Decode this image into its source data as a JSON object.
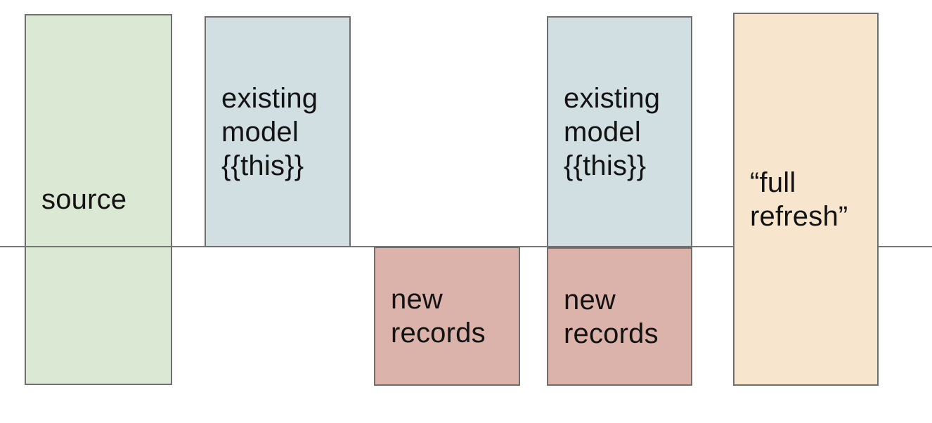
{
  "diagram": {
    "background": "#ffffff",
    "text_color": "#131313",
    "border_color": "#6e6e6e",
    "divider_line": {
      "color": "#757575",
      "orientation": "horizontal"
    },
    "boxes": [
      {
        "id": "source",
        "lines": [
          "source"
        ],
        "fill": "#dbe8d4",
        "position": "left, spans above and below the divider line"
      },
      {
        "id": "existing-model-1",
        "lines": [
          "existing",
          "model",
          "{{this}}"
        ],
        "fill": "#d1dfe3",
        "position": "above the divider line"
      },
      {
        "id": "new-records-1",
        "lines": [
          "new",
          "records"
        ],
        "fill": "#dcb3aa",
        "position": "below the divider line"
      },
      {
        "id": "existing-model-2",
        "lines": [
          "existing",
          "model",
          "{{this}}"
        ],
        "fill": "#d1dfe3",
        "position": "above the divider line, stacked on new-records-2"
      },
      {
        "id": "new-records-2",
        "lines": [
          "new",
          "records"
        ],
        "fill": "#dcb3aa",
        "position": "below the divider line, stacked under existing-model-2"
      },
      {
        "id": "full-refresh",
        "lines": [
          "“full",
          "refresh”"
        ],
        "fill": "#f8e5cd",
        "position": "right, spans above and below the divider line, drawn over it"
      }
    ]
  }
}
